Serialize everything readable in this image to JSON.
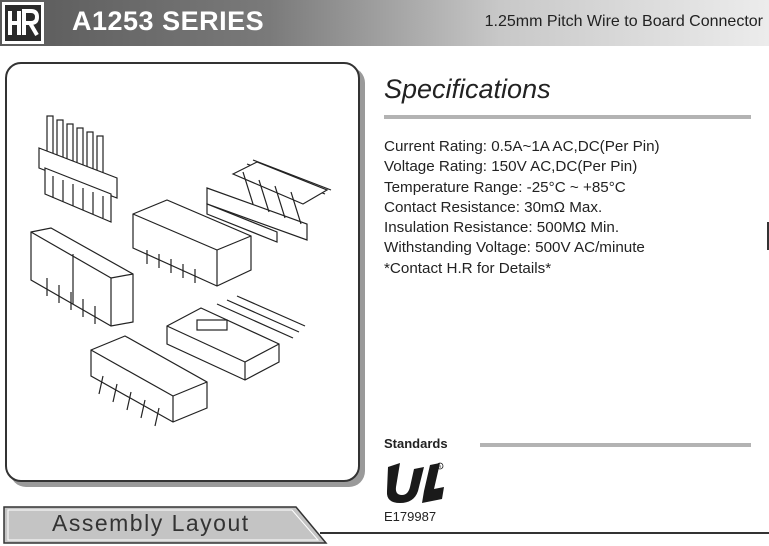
{
  "header": {
    "series_title": "A1253 SERIES",
    "subtitle": "1.25mm Pitch Wire to Board Connector"
  },
  "specifications": {
    "title": "Specifications",
    "items": [
      "Current Rating: 0.5A~1A AC,DC(Per Pin)",
      "Voltage Rating: 150V AC,DC(Per Pin)",
      "Temperature Range: -25°C ~ +85°C",
      "Contact Resistance: 30mΩ Max.",
      "Insulation Resistance: 500MΩ Min.",
      "Withstanding Voltage: 500V AC/minute",
      "*Contact H.R for Details*"
    ]
  },
  "standards": {
    "label": "Standards",
    "certificate": "E179987",
    "logo_icon": "ul-recognized-mark-icon"
  },
  "assembly": {
    "label": "Assembly Layout"
  },
  "colors": {
    "header_dark": "#5a5a5a",
    "header_light": "#ececec",
    "rule_gray": "#b3b3b3",
    "text": "#222222"
  }
}
